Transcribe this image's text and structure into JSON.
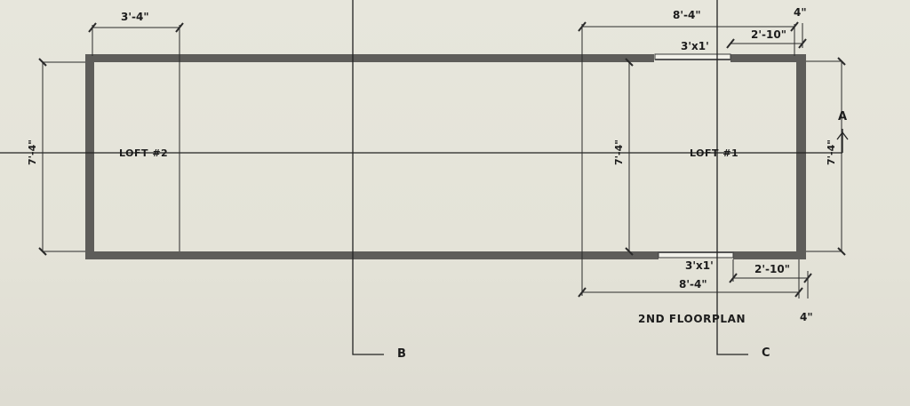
{
  "drawing": {
    "title": "2ND FLOORPLAN",
    "rooms": [
      {
        "name": "LOFT #2"
      },
      {
        "name": "LOFT #1"
      }
    ],
    "dimensions": {
      "top_left_width": "3'-4\"",
      "top_right_overall": "8'-4\"",
      "top_right_wall": "4\"",
      "top_window_offset": "2'-10\"",
      "top_window_size": "3'x1'",
      "bottom_window_size": "3'x1'",
      "bottom_window_offset": "2'-10\"",
      "bottom_right_overall": "8'-4\"",
      "bottom_right_wall": "4\"",
      "left_height": "7'-4\"",
      "inner_height": "7'-4\"",
      "right_height": "7'-4\""
    },
    "section_markers": {
      "a": "A",
      "b": "B",
      "c": "C"
    },
    "colors": {
      "wall": "#5e5d5a",
      "line": "#222222",
      "paper": "#e6e4da"
    }
  }
}
